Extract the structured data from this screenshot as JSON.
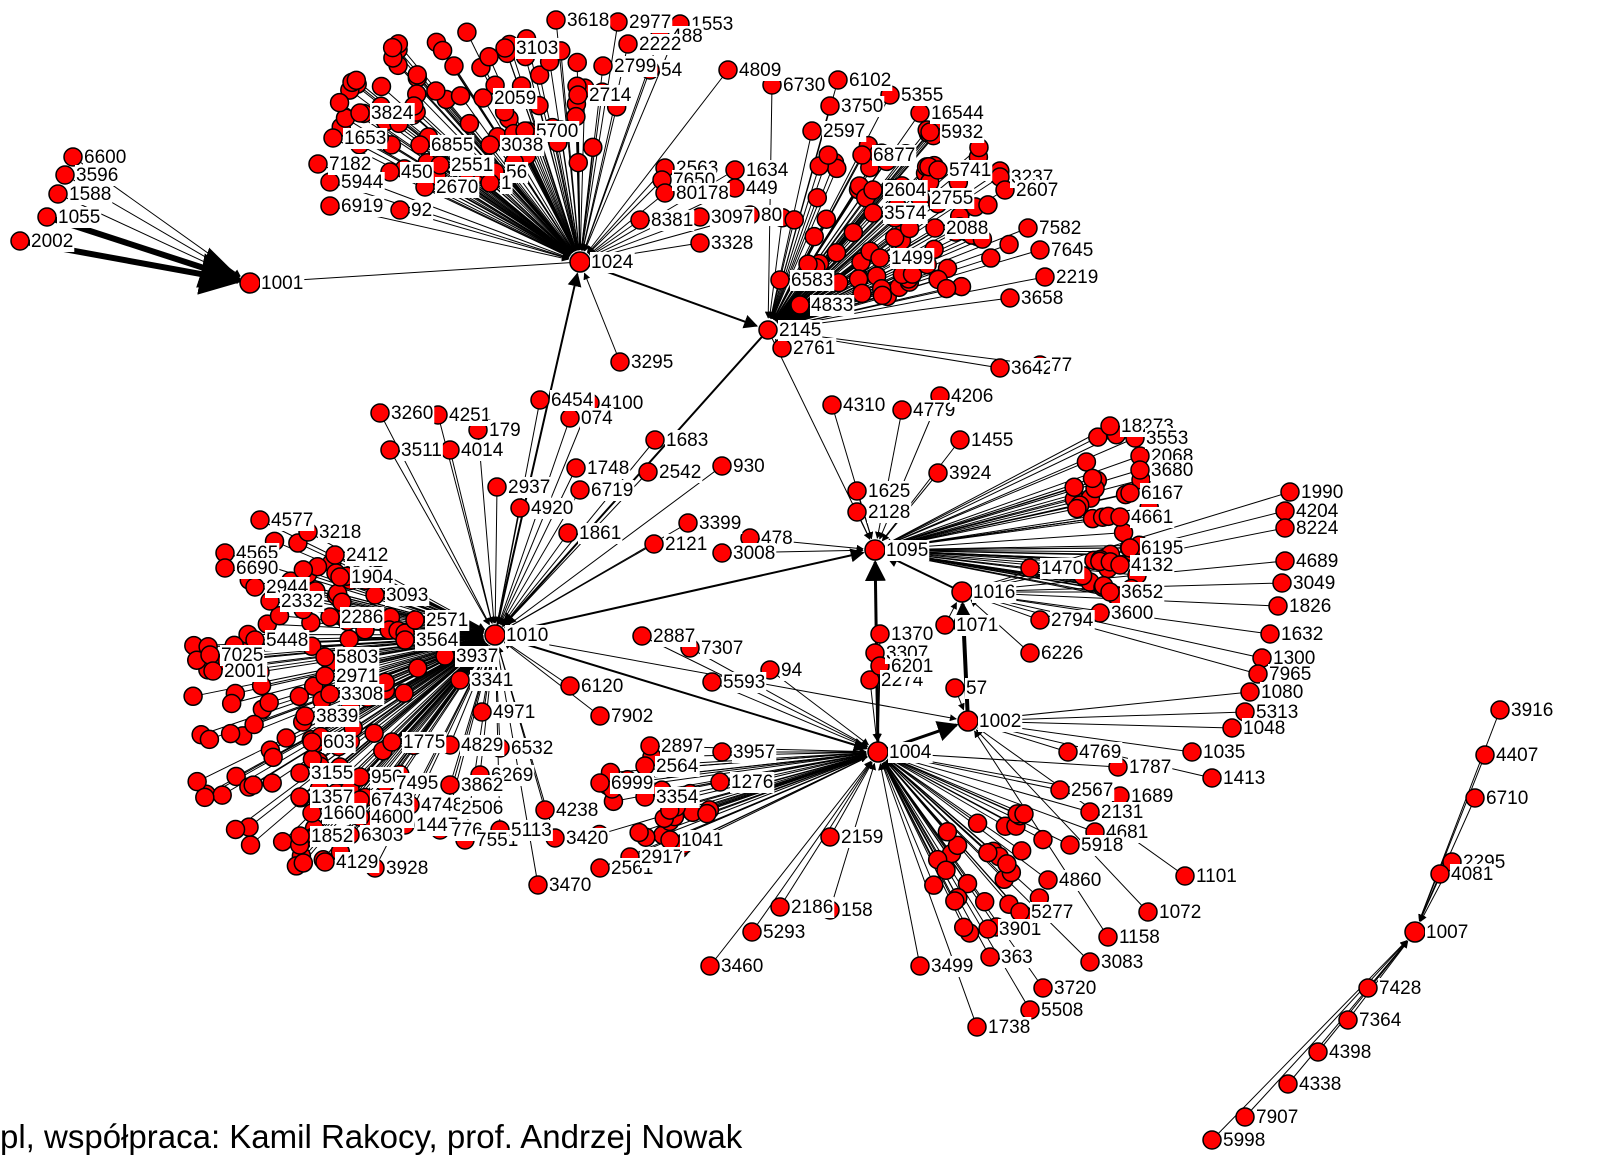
{
  "footer": {
    "credit": "pl, współpraca: Kamil Rakocy, prof. Andrzej Nowak"
  },
  "colors": {
    "node_fill": "#ff0000",
    "node_stroke": "#000000",
    "edge": "#000000",
    "background": "#ffffff"
  },
  "graph": {
    "hubs": [
      "1001",
      "1024",
      "1010",
      "1095",
      "1016",
      "1002",
      "1004",
      "1007"
    ],
    "labels": [
      "6600",
      "3596",
      "1588",
      "1055",
      "2002",
      "1001",
      "3618",
      "2977",
      "1553",
      "488",
      "2222",
      "3103",
      "2799",
      "54",
      "4809",
      "6730",
      "6102",
      "5355",
      "16544",
      "3750",
      "2714",
      "2059",
      "3824",
      "1653",
      "5700",
      "3038",
      "6855",
      "2597",
      "5932",
      "7182",
      "450",
      "2551",
      "56",
      "5944",
      "2670",
      "1",
      "6919",
      "92",
      "1024",
      "6877",
      "5741",
      "2604",
      "3237",
      "2607",
      "2563",
      "1634",
      "7650",
      "80178",
      "449",
      "8381",
      "3097",
      "80",
      "3328",
      "3574",
      "2755",
      "2088",
      "7582",
      "7645",
      "1499",
      "2219",
      "3658",
      "6583",
      "4833",
      "2145",
      "2761",
      "3642",
      "77",
      "3295",
      "6454",
      "4100",
      "074",
      "3260",
      "4251",
      "179",
      "3511",
      "4014",
      "1683",
      "1748",
      "2542",
      "930",
      "6719",
      "2937",
      "4920",
      "1861",
      "3399",
      "2121",
      "478",
      "3008",
      "4310",
      "4779",
      "4206",
      "1455",
      "3924",
      "1625",
      "2128",
      "1095",
      "1470",
      "18273",
      "3553",
      "2068",
      "3680",
      "6167",
      "4661",
      "6195",
      "4132",
      "3652",
      "3600",
      "1990",
      "4204",
      "8224",
      "4689",
      "3049",
      "1826",
      "1632",
      "1300",
      "7965",
      "1080",
      "5313",
      "1048",
      "1016",
      "2794",
      "6226",
      "1071",
      "3307",
      "2274",
      "57",
      "1370",
      "6201",
      "4577",
      "3218",
      "4565",
      "2412",
      "6690",
      "1904",
      "2944",
      "3093",
      "2332",
      "2286",
      "2571",
      "5448",
      "3564",
      "7025",
      "5803",
      "3937",
      "2001",
      "2971",
      "3341",
      "3308",
      "3839",
      "4971",
      "6120",
      "7902",
      "603",
      "1775",
      "4829",
      "6532",
      "3155",
      "950",
      "7495",
      "6269",
      "1357",
      "6743",
      "3862",
      "1660",
      "4600",
      "4748",
      "2506",
      "1852",
      "6303",
      "1447",
      "776",
      "7551",
      "5113",
      "4129",
      "3928",
      "3470",
      "4238",
      "3420",
      "2561",
      "2917",
      "1041",
      "2887",
      "7307",
      "5593",
      "94",
      "6999",
      "2897",
      "3957",
      "2564",
      "1276",
      "3354",
      "1010",
      "1004",
      "1002",
      "4769",
      "1035",
      "1413",
      "1787",
      "2567",
      "1689",
      "2131",
      "4681",
      "5918",
      "2159",
      "1101",
      "4860",
      "1072",
      "2186",
      "158",
      "1158",
      "3901",
      "5277",
      "5293",
      "3460",
      "3499",
      "363",
      "3720",
      "3083",
      "5508",
      "1738",
      "3916",
      "4407",
      "6710",
      "2295",
      "4081",
      "1007",
      "7428",
      "7364",
      "4398",
      "4338",
      "7907",
      "5998"
    ]
  }
}
